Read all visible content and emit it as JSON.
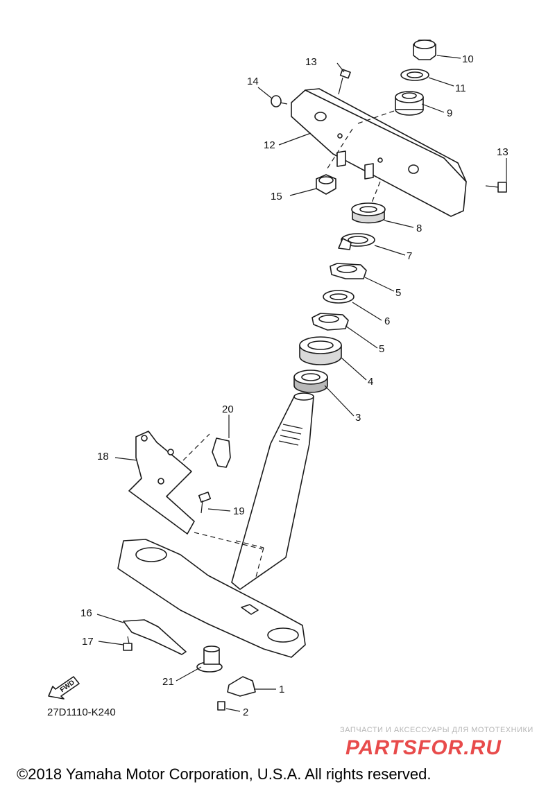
{
  "callouts": {
    "c1": "1",
    "c2": "2",
    "c3": "3",
    "c4": "4",
    "c5a": "5",
    "c5b": "5",
    "c6": "6",
    "c7": "7",
    "c8": "8",
    "c9": "9",
    "c10": "10",
    "c11": "11",
    "c12": "12",
    "c13a": "13",
    "c13b": "13",
    "c14": "14",
    "c15": "15",
    "c16": "16",
    "c17": "17",
    "c18": "18",
    "c19": "19",
    "c20": "20",
    "c21": "21"
  },
  "diagram_id": "27D1110-K240",
  "fwd_label": "FWD",
  "watermark": {
    "tagline": "ЗАПЧАСТИ И АКСЕССУАРЫ ДЛЯ МОТОТЕХНИКИ",
    "brand_left": "PARTS",
    "brand_right": "FOR.RU",
    "brand_left_color": "#e84b4b",
    "brand_right_color": "#e84b4b"
  },
  "copyright": "©2018 Yamaha Motor Corporation, U.S.A. All rights reserved."
}
